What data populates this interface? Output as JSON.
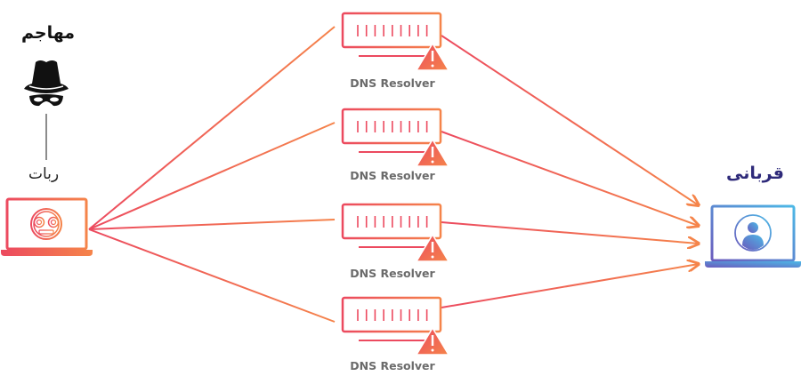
{
  "attacker": {
    "label": "مهاجم",
    "icon": "spy-hat-mask-icon"
  },
  "bot": {
    "label": "ربات",
    "icon": "robot-laptop-icon"
  },
  "victim": {
    "label": "قربانی",
    "icon": "user-laptop-icon"
  },
  "resolvers": [
    {
      "label": "DNS Resolver",
      "icon": "server-warning-icon"
    },
    {
      "label": "DNS Resolver",
      "icon": "server-warning-icon"
    },
    {
      "label": "DNS Resolver",
      "icon": "server-warning-icon"
    },
    {
      "label": "DNS Resolver",
      "icon": "server-warning-icon"
    }
  ],
  "colors": {
    "red": "#ec4a5f",
    "orange": "#f5844a",
    "victim_purple": "#6b5bbd",
    "victim_blue": "#4cb8e6",
    "attacker_black": "#111111",
    "dns_text": "#6b6b6b",
    "victim_text": "#2e2a7a"
  }
}
